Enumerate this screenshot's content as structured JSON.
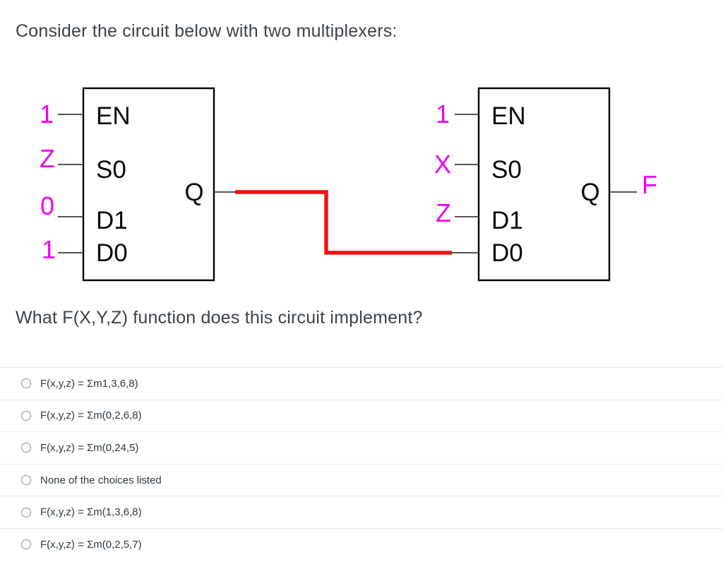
{
  "title": "Consider the circuit below with two multiplexers:",
  "question": "What F(X,Y,Z) function does this circuit implement?",
  "colors": {
    "signal": "#f000f0",
    "wire": "#ee1111"
  },
  "mux1": {
    "inputs": {
      "en": "1",
      "s0": "Z",
      "d1": "0",
      "d0": "1"
    },
    "pins": {
      "en": "EN",
      "s0": "S0",
      "d1": "D1",
      "d0": "D0",
      "q": "Q"
    }
  },
  "mux2": {
    "inputs": {
      "en": "1",
      "s0": "X",
      "d1": "Z"
    },
    "pins": {
      "en": "EN",
      "s0": "S0",
      "d1": "D1",
      "d0": "D0",
      "q": "Q"
    },
    "output": "F"
  },
  "options": [
    {
      "label": "F(x,y,z) = Σm1,3,6,8)"
    },
    {
      "label": "F(x,y,z) = Σm(0,2,6,8)"
    },
    {
      "label": "F(x,y,z) = Σm(0,24,5)"
    },
    {
      "label": "None of the choices listed"
    },
    {
      "label": "F(x,y,z) = Σm(1,3,6,8)"
    },
    {
      "label": "F(x,y,z) = Σm(0,2,5,7)"
    }
  ]
}
